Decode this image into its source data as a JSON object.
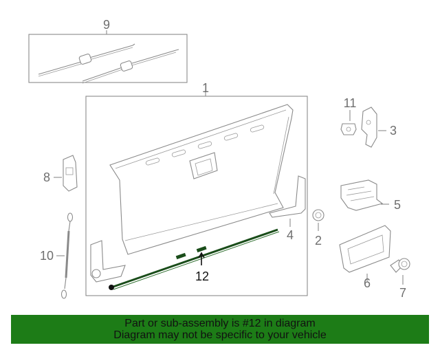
{
  "diagram": {
    "callouts": {
      "c1": "1",
      "c2": "2",
      "c3": "3",
      "c4": "4",
      "c5": "5",
      "c6": "6",
      "c7": "7",
      "c8": "8",
      "c9": "9",
      "c10": "10",
      "c11": "11",
      "c12": "12"
    },
    "highlighted_part": "12",
    "highlight_color": "#1a4d1a"
  },
  "banner": {
    "line1": "Part or sub-assembly is #12 in diagram",
    "line2": "Diagram may not be specific to your vehicle",
    "background": "#1d7c17"
  }
}
